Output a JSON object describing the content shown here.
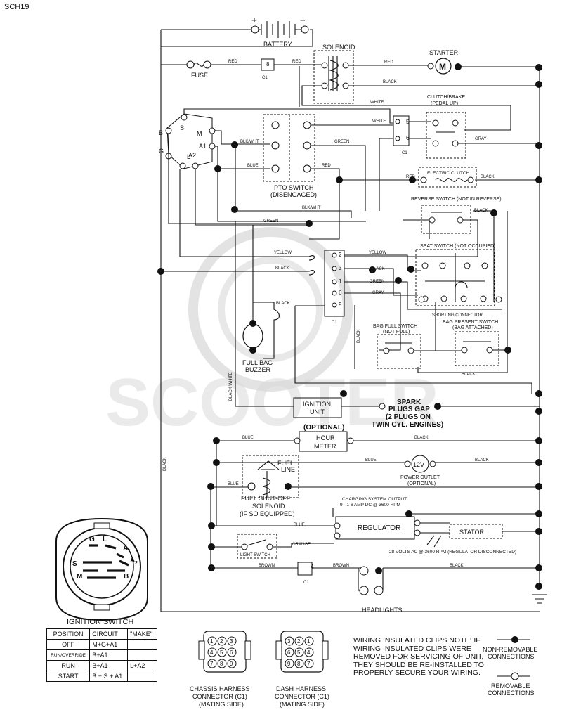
{
  "sheet_id": "SCH19",
  "watermark": "SCOOTER",
  "labels": {
    "battery": "BATTERY",
    "battery_pos": "+",
    "battery_neg": "−",
    "solenoid": "SOLENOID",
    "starter": "STARTER",
    "starter_m": "M",
    "fuse": "FUSE",
    "red": "RED",
    "black": "BLACK",
    "white": "WHITE",
    "green": "GREEN",
    "gray": "GRAY",
    "blue": "BLUE",
    "yellow": "YELLOW",
    "orange": "ORANGE",
    "brown": "BROWN",
    "blkwht": "BLK/WHT",
    "black_white": "BLACK WHITE",
    "c1": "C1",
    "clutch_brake_1": "CLUTCH/BRAKE",
    "clutch_brake_2": "(PEDAL UP)",
    "pto_switch_1": "PTO SWITCH",
    "pto_switch_2": "(DISENGAGED)",
    "electric_clutch": "ELECTRIC CLUTCH",
    "reverse_switch": "REVERSE SWITCH (NOT IN REVERSE)",
    "seat_switch": "SEAT SWITCH (NOT OCCUPIED)",
    "shorting_connector": "SHORTING CONNECTOR",
    "bag_full_switch_1": "BAG FULL SWITCH",
    "bag_full_switch_2": "(NOT FULL)",
    "bag_present_1": "BAG PRESENT SWITCH",
    "bag_present_2": "(BAG ATTACHED)",
    "full_bag_buzzer_1": "FULL BAG",
    "full_bag_buzzer_2": "BUZZER",
    "ignition_unit_1": "IGNITION",
    "ignition_unit_2": "UNIT",
    "spark_1": "SPARK",
    "spark_2": "PLUGS GAP",
    "spark_3": "(2 PLUGS ON",
    "spark_4": "TWIN CYL. ENGINES)",
    "optional": "(OPTIONAL)",
    "hour_meter_1": "HOUR",
    "hour_meter_2": "METER",
    "fuel_line_1": "FUEL",
    "fuel_line_2": "LINE",
    "fuel_sol_1": "FUEL SHUT-OFF",
    "fuel_sol_2": "SOLENOID",
    "fuel_sol_3": "(IF SO EQUIPPED)",
    "power_outlet_1": "POWER OUTLET",
    "power_outlet_2": "(OPTIONAL)",
    "twelve_v": "12V",
    "charging_1": "CHARGING SYSTEM OUTPUT",
    "charging_2": "9 - 1 6 AMP DC @ 3600 RPM",
    "regulator": "REGULATOR",
    "stator": "STATOR",
    "light_switch": "LIGHT SWITCH",
    "volts_ac": "28 VOLTS AC @ 3600 RPM (REGULATOR DISCONNECTED)",
    "headlights": "HEADLIGHTS",
    "ignition_switch": "IGNITION SWITCH",
    "chassis_1": "CHASSIS HARNESS",
    "chassis_2": "CONNECTOR (C1)",
    "chassis_3": "(MATING SIDE)",
    "dash_1": "DASH HARNESS",
    "dash_2": "CONNECTOR (C1)",
    "dash_3": "(MATING SIDE)",
    "non_removable_1": "NON-REMOVABLE",
    "non_removable_2": "CONNECTIONS",
    "removable_1": "REMOVABLE",
    "removable_2": "CONNECTIONS",
    "note": "WIRING INSULATED CLIPS NOTE: IF WIRING INSULATED CLIPS WERE REMOVED FOR SERVICING OF UNIT, THEY SHOULD BE RE-INSTALLED TO PROPERLY SECURE YOUR WIRING."
  },
  "pins": {
    "c1_top": [
      "8"
    ],
    "c1_clutch": [
      "5",
      "6"
    ],
    "c1_main": [
      "2",
      "3",
      "1",
      "6",
      "9"
    ],
    "c1_bottom": [
      "4"
    ]
  },
  "switch_letters": {
    "b": "B",
    "s": "S",
    "m": "M",
    "g": "G",
    "l": "L",
    "a1": "A1",
    "a2": "A2"
  },
  "ign_face": {
    "g": "G",
    "l": "L",
    "a1": "A",
    "a1s": "1",
    "s": "S",
    "a2": "A",
    "a2s": "2",
    "m": "M",
    "b": "B"
  },
  "table": {
    "headers": [
      "POSITION",
      "CIRCUIT",
      "\"MAKE\""
    ],
    "rows": [
      [
        "OFF",
        "M+G+A1",
        ""
      ],
      [
        "RUN/OVERRIDE",
        "B+A1",
        ""
      ],
      [
        "RUN",
        "B+A1",
        "L+A2"
      ],
      [
        "START",
        "B + S + A1",
        ""
      ]
    ]
  },
  "chassis_pins": [
    "1",
    "2",
    "3",
    "4",
    "5",
    "6",
    "7",
    "8",
    "9"
  ],
  "dash_pins": [
    "3",
    "2",
    "1",
    "6",
    "5",
    "4",
    "9",
    "8",
    "7"
  ]
}
